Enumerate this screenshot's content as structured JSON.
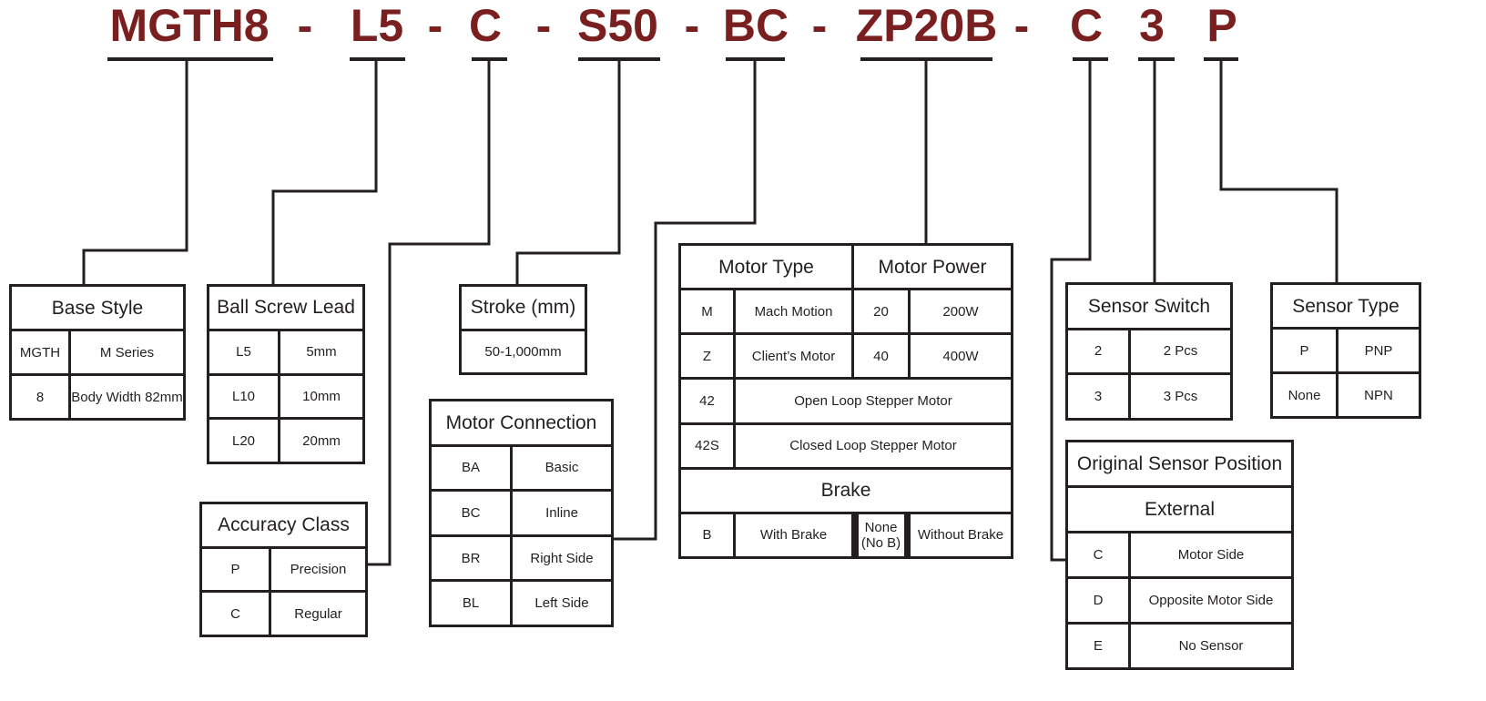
{
  "colors": {
    "code": "#7a1f1f",
    "line": "#231f20"
  },
  "code_parts": [
    "MGTH8",
    "-",
    "L5",
    "-",
    "C",
    "-",
    "S50",
    "-",
    "BC",
    "-",
    "ZP20B",
    "-",
    "C",
    "3",
    "P"
  ],
  "tables": {
    "base_style": {
      "rows": [
        [
          {
            "t": "Base Style",
            "s": 2,
            "h": true
          }
        ],
        [
          {
            "t": "MGTH"
          },
          {
            "t": "M Series"
          }
        ],
        [
          {
            "t": "8"
          },
          {
            "t": "Body Width 82mm"
          }
        ]
      ]
    },
    "ball_screw_lead": {
      "rows": [
        [
          {
            "t": "Ball Screw Lead",
            "s": 2,
            "h": true
          }
        ],
        [
          {
            "t": "L5"
          },
          {
            "t": "5mm"
          }
        ],
        [
          {
            "t": "L10"
          },
          {
            "t": "10mm"
          }
        ],
        [
          {
            "t": "L20"
          },
          {
            "t": "20mm"
          }
        ]
      ]
    },
    "accuracy_class": {
      "rows": [
        [
          {
            "t": "Accuracy Class",
            "s": 2,
            "h": true
          }
        ],
        [
          {
            "t": "P"
          },
          {
            "t": "Precision"
          }
        ],
        [
          {
            "t": "C"
          },
          {
            "t": "Regular"
          }
        ]
      ]
    },
    "stroke": {
      "rows": [
        [
          {
            "t": "Stroke (mm)",
            "h": true
          }
        ],
        [
          {
            "t": "50-1,000mm"
          }
        ]
      ]
    },
    "motor_connection": {
      "rows": [
        [
          {
            "t": "Motor Connection",
            "s": 2,
            "h": true
          }
        ],
        [
          {
            "t": "BA"
          },
          {
            "t": "Basic"
          }
        ],
        [
          {
            "t": "BC"
          },
          {
            "t": "Inline"
          }
        ],
        [
          {
            "t": "BR"
          },
          {
            "t": "Right Side"
          }
        ],
        [
          {
            "t": "BL"
          },
          {
            "t": "Left Side"
          }
        ]
      ]
    },
    "motor": {
      "rows": [
        [
          {
            "t": "Motor Type",
            "s": 2,
            "h": true
          },
          {
            "t": "Motor Power",
            "s": 2,
            "h": true
          }
        ],
        [
          {
            "t": "M"
          },
          {
            "t": "Mach Motion"
          },
          {
            "t": "20"
          },
          {
            "t": "200W"
          }
        ],
        [
          {
            "t": "Z"
          },
          {
            "t": "Client’s Motor"
          },
          {
            "t": "40"
          },
          {
            "t": "400W"
          }
        ],
        [
          {
            "t": "42"
          },
          {
            "t": "Open Loop Stepper Motor",
            "s": 3
          }
        ],
        [
          {
            "t": "42S"
          },
          {
            "t": "Closed Loop Stepper Motor",
            "s": 3
          }
        ],
        [
          {
            "t": "Brake",
            "s": 4,
            "h": true
          }
        ],
        [
          {
            "t": "B"
          },
          {
            "t": "With Brake"
          },
          {
            "t": "None (No B)"
          },
          {
            "t": "Without Brake"
          }
        ]
      ]
    },
    "sensor_switch": {
      "rows": [
        [
          {
            "t": "Sensor Switch",
            "s": 2,
            "h": true
          }
        ],
        [
          {
            "t": "2"
          },
          {
            "t": "2 Pcs"
          }
        ],
        [
          {
            "t": "3"
          },
          {
            "t": "3 Pcs"
          }
        ]
      ]
    },
    "sensor_type": {
      "rows": [
        [
          {
            "t": "Sensor Type",
            "s": 2,
            "h": true
          }
        ],
        [
          {
            "t": "P"
          },
          {
            "t": "PNP"
          }
        ],
        [
          {
            "t": "None"
          },
          {
            "t": "NPN"
          }
        ]
      ]
    },
    "original_sensor_position": {
      "rows": [
        [
          {
            "t": "Original Sensor Position",
            "s": 2,
            "h": true
          }
        ],
        [
          {
            "t": "External",
            "s": 2,
            "h": true
          }
        ],
        [
          {
            "t": "C"
          },
          {
            "t": "Motor Side"
          }
        ],
        [
          {
            "t": "D"
          },
          {
            "t": "Opposite Motor Side"
          }
        ],
        [
          {
            "t": "E"
          },
          {
            "t": "No Sensor"
          }
        ]
      ]
    }
  }
}
